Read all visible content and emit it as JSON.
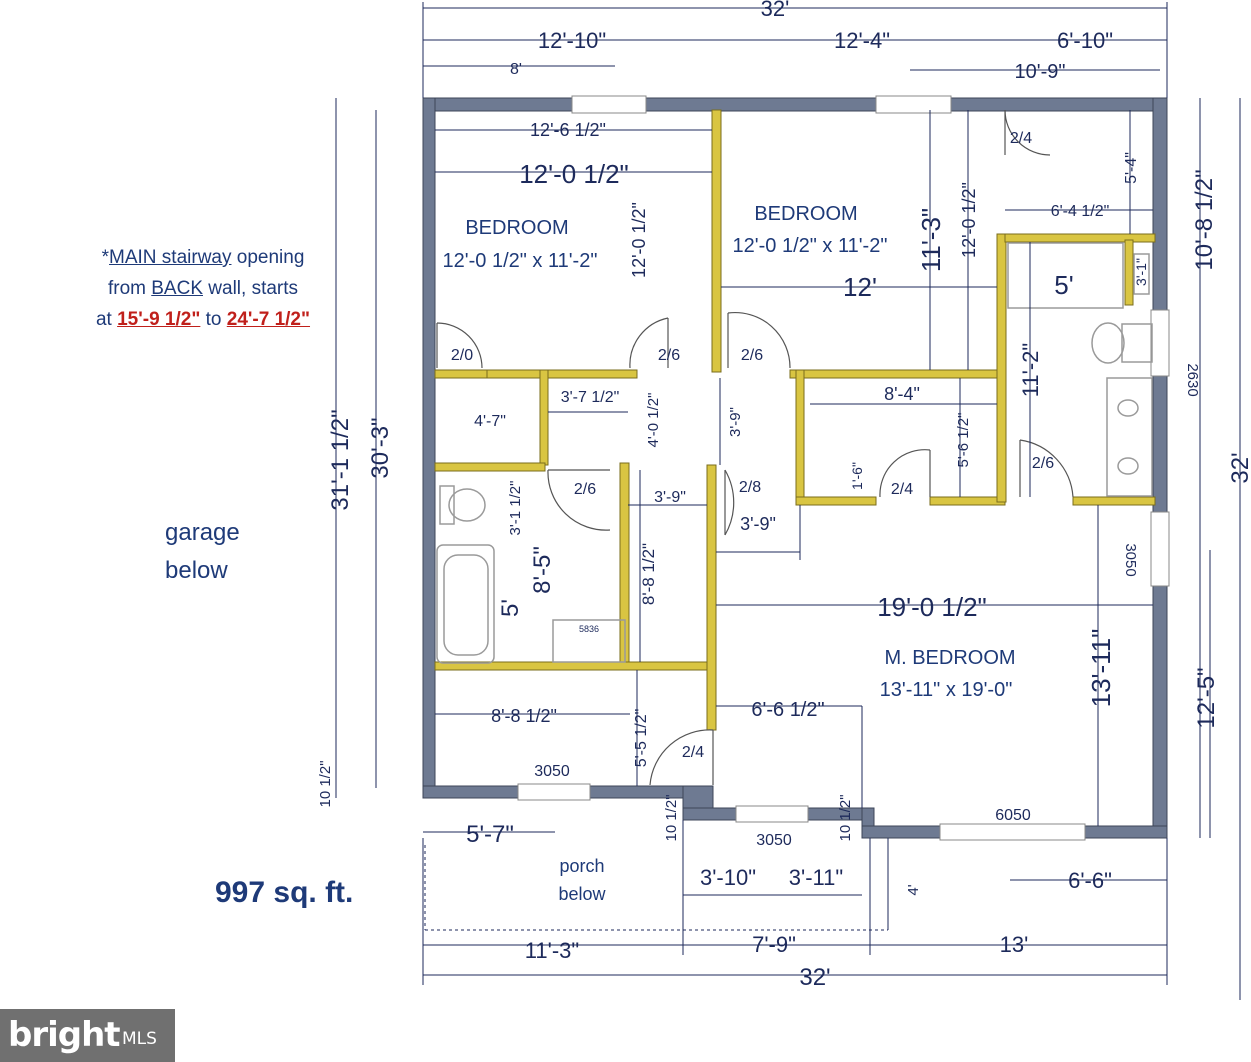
{
  "rooms": {
    "bedroom_left": {
      "name": "BEDROOM",
      "size": "12'-0 1/2\" x 11'-2\""
    },
    "bedroom_mid": {
      "name": "BEDROOM",
      "size": "12'-0 1/2\" x 11'-2\""
    },
    "master": {
      "name": "M. BEDROOM",
      "size": "13'-11\" x 19'-0\""
    }
  },
  "notes": {
    "stair_line1_a": "*",
    "stair_line1_b": "MAIN stairway",
    "stair_line1_c": " opening",
    "stair_line2_a": "from ",
    "stair_line2_b": "BACK",
    "stair_line2_c": " wall, starts",
    "stair_line3_a": "at ",
    "stair_line3_b": "15'-9 1/2\"",
    "stair_line3_c": " to ",
    "stair_line3_d": "24'-7 1/2\"",
    "garage_1": "garage",
    "garage_2": "below",
    "porch_1": "porch",
    "porch_2": "below",
    "area": "997 sq. ft."
  },
  "dims": {
    "top_total": "32'",
    "top_a": "12'-10\"",
    "top_b": "12'-4\"",
    "top_c": "6'-10\"",
    "top_d": "8'",
    "top_e": "10'-9\"",
    "bed1_w1": "12'-6 1/2\"",
    "bed1_w2": "12'-0 1/2\"",
    "bed1_h": "12'-0 1/2\"",
    "bed2_w": "12'",
    "bed2_h1": "11'-3\"",
    "bed2_h2": "12'-0 1/2\"",
    "bath_top_door": "2/4",
    "bath_w1": "6'-4 1/2\"",
    "bath_h1": "5'-4\"",
    "tub": "5'",
    "tub_side": "3'-1\"",
    "bath_h2": "11'-2\"",
    "win_2630": "2630",
    "right_h1": "10'-8 1/2\"",
    "right_total": "32'",
    "right_h2": "12'-5\"",
    "win_3050_r": "3050",
    "d_2_0": "2/0",
    "d_2_6a": "2/6",
    "d_2_6b": "2/6",
    "d_2_6c": "2/6",
    "d_2_6d": "2/6",
    "d_2_8": "2/8",
    "d_2_4a": "2/4",
    "d_2_4b": "2/4",
    "closet1_w": "4'-7\"",
    "closet2_w": "3'-7 1/2\"",
    "closet2_h": "4'-0 1/2\"",
    "hall_h": "3'-9\"",
    "hall_w": "3'-9\"",
    "hall_w2": "3'-9\"",
    "wic_w": "8'-4\"",
    "wic_h": "5'-6 1/2\"",
    "wic_d": "1'-6\"",
    "bath2_h": "3'-1 1/2\"",
    "bath2_long": "8'-5\"",
    "bath2_tub": "5'",
    "sink": "5836",
    "hall_long": "8'-8 1/2\"",
    "m_w": "19'-0 1/2\"",
    "m_h": "13'-11\"",
    "low_w": "8'-8 1/2\"",
    "low_h": "5'-5 1/2\"",
    "m_door_w": "6'-6 1/2\"",
    "win_3050_a": "3050",
    "win_3050_b": "3050",
    "win_6050": "6050",
    "left_h1": "31'-1 1/2\"",
    "left_h2": "30'-3\"",
    "left_small": "10 1/2\"",
    "step_a": "10 1/2\"",
    "step_b": "10 1/2\"",
    "step_c": "4'",
    "bottom_a": "5'-7\"",
    "bottom_b": "3'-10\"",
    "bottom_c": "3'-11\"",
    "bottom_d": "6'-6\"",
    "bottom_e": "11'-3\"",
    "bottom_f": "7'-9\"",
    "bottom_g": "13'",
    "bottom_total": "32'"
  },
  "logo": {
    "brand": "bright",
    "suffix": "MLS"
  },
  "colors": {
    "wall_outer": "#6e7a92",
    "wall_inner": "#d9c542",
    "text": "#1e3a78",
    "red": "#c0201b"
  }
}
